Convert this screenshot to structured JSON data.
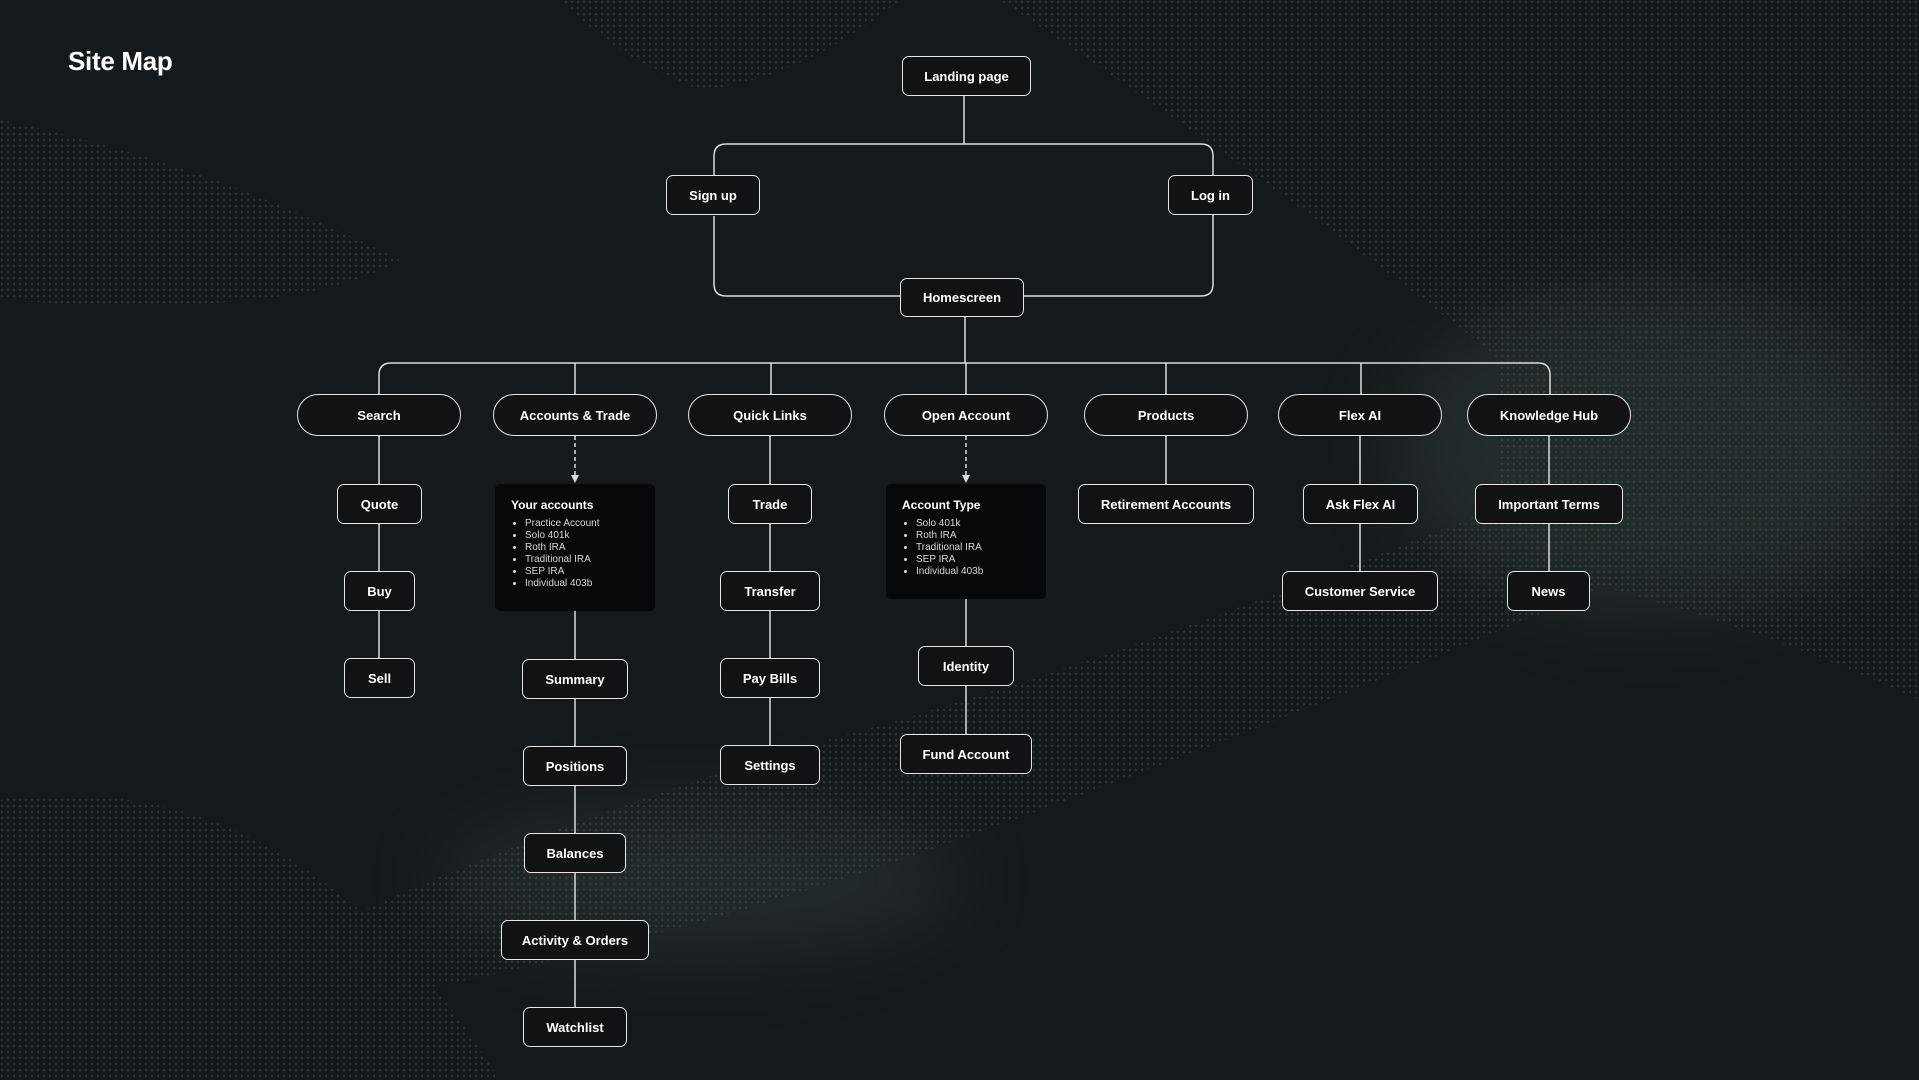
{
  "title": "Site Map",
  "colors": {
    "background": "#16191b",
    "node_border": "#e6e6e6",
    "connector": "#dcdcdc",
    "card_background": "#070809",
    "texture": "#3a4a47"
  },
  "nodes": {
    "landing": "Landing page",
    "signup": "Sign up",
    "login": "Log in",
    "home": "Homescreen",
    "search": "Search",
    "quote": "Quote",
    "buy": "Buy",
    "sell": "Sell",
    "accounts_trade": "Accounts & Trade",
    "summary": "Summary",
    "positions": "Positions",
    "balances": "Balances",
    "activity": "Activity & Orders",
    "watchlist": "Watchlist",
    "quick_links": "Quick Links",
    "trade": "Trade",
    "transfer": "Transfer",
    "pay_bills": "Pay Bills",
    "settings": "Settings",
    "open_account": "Open Account",
    "identity": "Identity",
    "fund_account": "Fund Account",
    "products": "Products",
    "retirement": "Retirement Accounts",
    "flex_ai": "Flex AI",
    "ask_flex": "Ask Flex AI",
    "customer_service": "Customer Service",
    "knowledge_hub": "Knowledge Hub",
    "important_terms": "Important Terms",
    "news": "News"
  },
  "cards": {
    "your_accounts": {
      "title": "Your accounts",
      "items": [
        "Practice Account",
        "Solo 401k",
        "Roth IRA",
        "Traditional IRA",
        "SEP IRA",
        "Individual 403b"
      ]
    },
    "account_type": {
      "title": "Account Type",
      "items": [
        "Solo 401k",
        "Roth IRA",
        "Traditional IRA",
        "SEP IRA",
        "Individual 403b"
      ]
    }
  }
}
